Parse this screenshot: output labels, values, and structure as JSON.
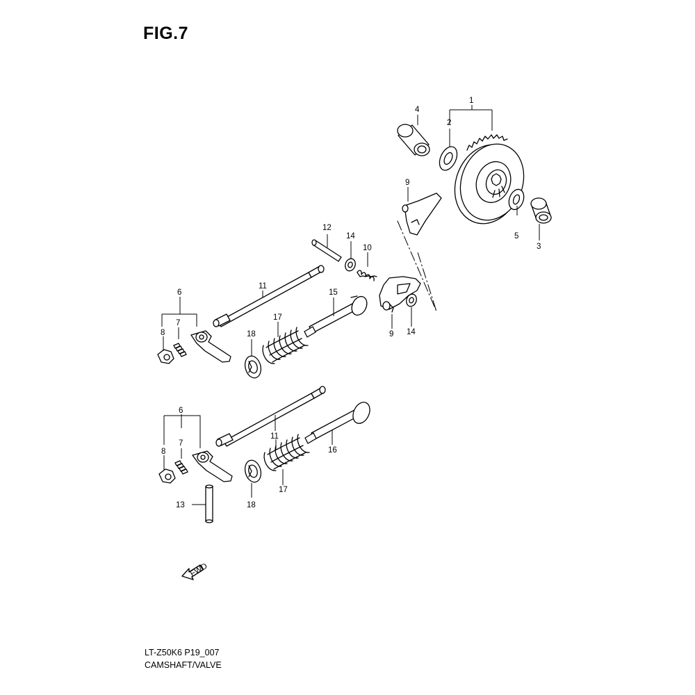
{
  "figure": {
    "title": "FIG.7",
    "code": "LT-Z50K6 P19_007",
    "name": "CAMSHAFT/VALVE",
    "fwd_label": "FWD"
  },
  "callouts": {
    "c1": "1",
    "c2": "2",
    "c3": "3",
    "c4": "4",
    "c5": "5",
    "c6a": "6",
    "c7a": "7",
    "c8a": "8",
    "c9a": "9",
    "c9b": "9",
    "c10": "10",
    "c11a": "11",
    "c12": "12",
    "c14a": "14",
    "c14b": "14",
    "c15": "15",
    "c17a": "17",
    "c18a": "18",
    "c6b": "6",
    "c7b": "7",
    "c8b": "8",
    "c11b": "11",
    "c13": "13",
    "c16": "16",
    "c17b": "17",
    "c18b": "18"
  },
  "colors": {
    "line": "#000000",
    "fill": "#ffffff"
  }
}
